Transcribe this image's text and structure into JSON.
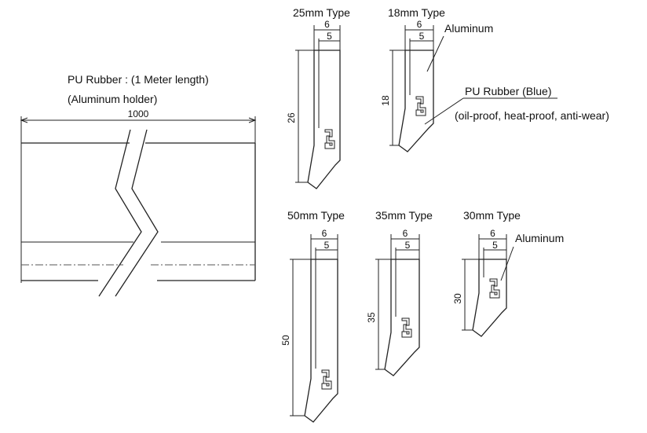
{
  "overview": {
    "title": "PU Rubber : (1 Meter length)",
    "subtitle": "(Aluminum holder)",
    "length_label": "1000"
  },
  "profiles": [
    {
      "type_label": "25mm Type",
      "height_label": "26",
      "width_outer": "6",
      "width_inner": "5"
    },
    {
      "type_label": "18mm Type",
      "height_label": "18",
      "width_outer": "6",
      "width_inner": "5"
    },
    {
      "type_label": "50mm Type",
      "height_label": "50",
      "width_outer": "6",
      "width_inner": "5"
    },
    {
      "type_label": "35mm Type",
      "height_label": "35",
      "width_outer": "6",
      "width_inner": "5"
    },
    {
      "type_label": "30mm Type",
      "height_label": "30",
      "width_outer": "6",
      "width_inner": "5"
    }
  ],
  "callouts": {
    "aluminum_18": "Aluminum",
    "pu_rubber": "PU Rubber (Blue)",
    "pu_properties": "(oil-proof, heat-proof, anti-wear)",
    "aluminum_30": "Aluminum"
  }
}
